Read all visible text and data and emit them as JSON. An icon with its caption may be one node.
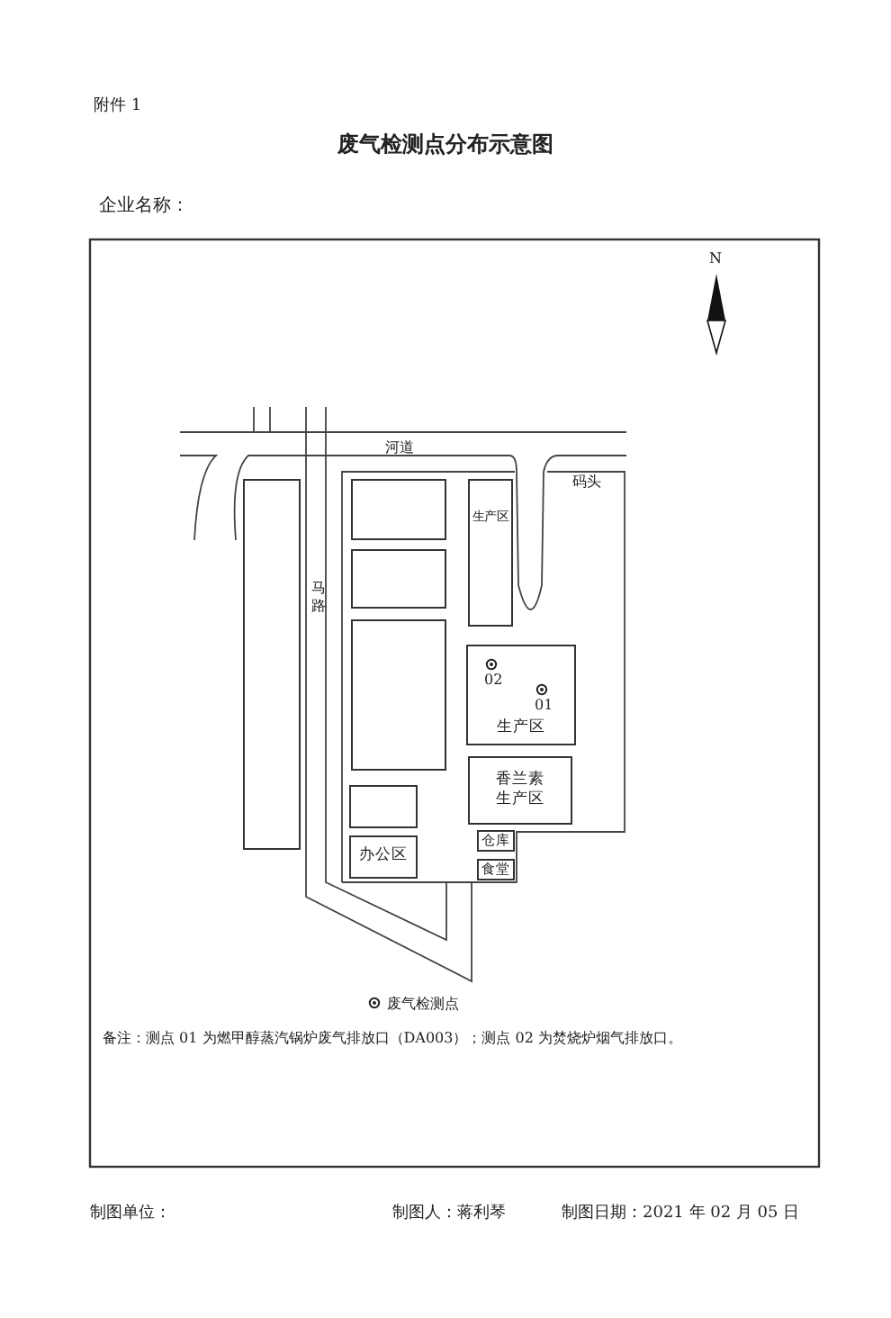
{
  "diagram": {
    "title": "废气检测点分布示意图",
    "nodes": [
      {
        "text": [],
        "shape": "box"
      },
      {
        "text": [],
        "shape": "box"
      },
      {
        "text": [],
        "shape": "box"
      },
      {
        "text": [],
        "shape": "box"
      },
      {
        "text": [
          "生产区"
        ]
      },
      {
        "text": [
          "生产区"
        ]
      },
      {
        "text": [
          "香兰素生产区"
        ]
      },
      {
        "text": [],
        "shape": "box"
      },
      {
        "text": [
          "办公区"
        ]
      },
      {
        "text": [
          "仓库"
        ]
      },
      {
        "text": [
          "食堂"
        ]
      }
    ],
    "edges": [],
    "labels": [
      "附件 1",
      "企业名称：",
      "N",
      "河道",
      "码头",
      "马路",
      "02",
      "01",
      "备注：测点 01 为燃甲醇蒸汽锅炉废气排放口（DA003）；测点 02 为焚烧炉烟气排放口。",
      "制图单位：",
      "制图人：蒋利琴",
      "制图日期：2021 年 02 月 05 日"
    ],
    "legend": [
      {
        "text": "废气检测点"
      }
    ]
  }
}
